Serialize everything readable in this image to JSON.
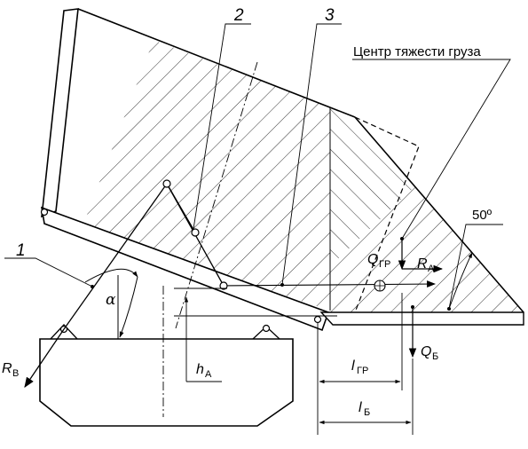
{
  "labels": {
    "part_1": "1",
    "part_2": "2",
    "part_3": "3",
    "center_of_gravity": "Центр тяжести груза",
    "angle_50": "50º",
    "alpha": "α",
    "q_gr_main": "Q",
    "q_gr_sub": "ГР",
    "r_a_main": "R",
    "r_a_sub": "А",
    "r_b_main": "R",
    "r_b_sub": "В",
    "q_b_main": "Q",
    "q_b_sub": "Б",
    "h_a_main": "h",
    "h_a_sub": "А",
    "l_gr_main": "l",
    "l_gr_sub": "ГР",
    "l_b_main": "l",
    "l_b_sub": "Б"
  }
}
